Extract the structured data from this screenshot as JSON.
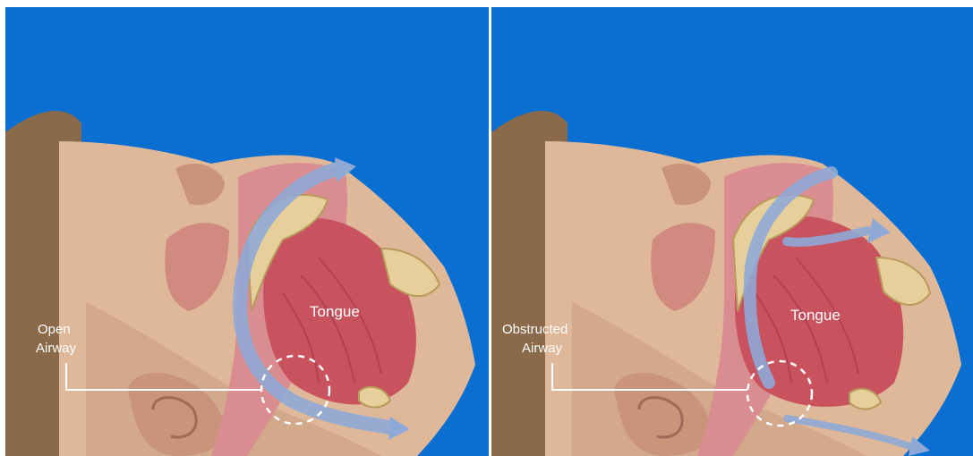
{
  "colors": {
    "sky": "#0a6fd0",
    "skin": "#dfb89a",
    "hair": "#8a6a4a",
    "tongue": "#c9525f",
    "bone": "#e6cf9a",
    "airflow": "#8fa9d6"
  },
  "panels": [
    {
      "state": "open",
      "airway_label": [
        "Open",
        "Airway"
      ],
      "tongue_label": "Tongue"
    },
    {
      "state": "obstructed",
      "airway_label": [
        "Obstructed",
        "Airway"
      ],
      "tongue_label": "Tongue"
    }
  ]
}
